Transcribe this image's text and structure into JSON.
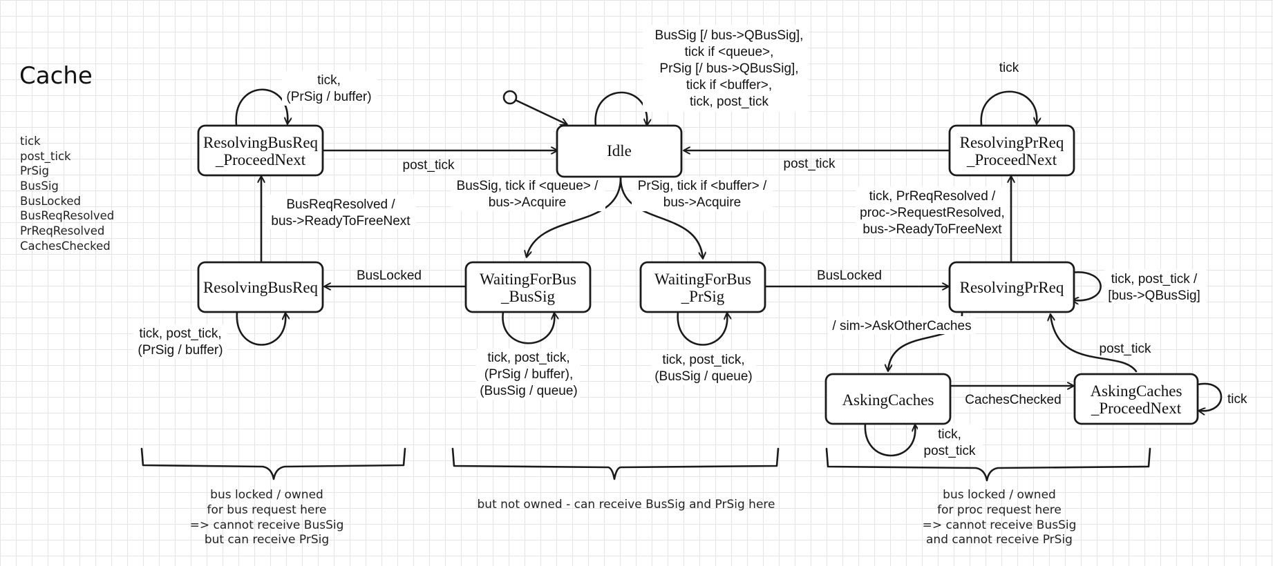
{
  "title": "Cache",
  "legend": [
    "tick",
    "post_tick",
    "PrSig",
    "BusSig",
    "BusLocked",
    "BusReqResolved",
    "PrReqResolved",
    "CachesChecked"
  ],
  "states": {
    "idle": [
      "Idle"
    ],
    "resolving_bus_req_next": [
      "ResolvingBusReq",
      "_ProceedNext"
    ],
    "resolving_bus_req": [
      "ResolvingBusReq"
    ],
    "waiting_bus_bussig": [
      "WaitingForBus",
      "_BusSig"
    ],
    "waiting_bus_prsig": [
      "WaitingForBus",
      "_PrSig"
    ],
    "resolving_pr_req_next": [
      "ResolvingPrReq",
      "_ProceedNext"
    ],
    "resolving_pr_req": [
      "ResolvingPrReq"
    ],
    "asking_caches": [
      "AskingCaches"
    ],
    "asking_caches_next": [
      "AskingCaches",
      "_ProceedNext"
    ]
  },
  "edge_labels": {
    "idle_self": [
      "BusSig [/ bus->QBusSig],",
      "tick if <queue>,",
      "PrSig [/ bus->QBusSig],",
      "tick if <buffer>,",
      "tick, post_tick"
    ],
    "rbrn_self": [
      "tick,",
      "(PrSig / buffer)"
    ],
    "rbrn_to_idle": [
      "post_tick"
    ],
    "rprn_self": [
      "tick"
    ],
    "rprn_to_idle": [
      "post_tick"
    ],
    "idle_to_wbb": [
      "BusSig, tick if <queue> /",
      "bus->Acquire"
    ],
    "idle_to_wbp": [
      "PrSig, tick if <buffer> /",
      "bus->Acquire"
    ],
    "rbr_to_rbrn": [
      "BusReqResolved /",
      "bus->ReadyToFreeNext"
    ],
    "rpr_to_rprn": [
      "tick, PrReqResolved /",
      "proc->RequestResolved,",
      "bus->ReadyToFreeNext"
    ],
    "wbb_to_rbr": [
      "BusLocked"
    ],
    "wbp_to_rpr": [
      "BusLocked"
    ],
    "rpr_self": [
      "tick, post_tick /",
      "[bus->QBusSig]"
    ],
    "rbr_self": [
      "tick, post_tick,",
      "(PrSig / buffer)"
    ],
    "wbb_self": [
      "tick, post_tick,",
      "(PrSig / buffer),",
      "(BusSig / queue)"
    ],
    "wbp_self": [
      "tick, post_tick,",
      "(BusSig / queue)"
    ],
    "rpr_to_ac": [
      "/ sim->AskOtherCaches"
    ],
    "acn_to_rpr": [
      "post_tick"
    ],
    "ac_to_acn": [
      "CachesChecked"
    ],
    "acn_self": [
      "tick"
    ],
    "ac_self": [
      "tick,",
      "post_tick"
    ]
  },
  "notes": {
    "left": [
      "bus locked / owned",
      "for bus request here",
      "=> cannot receive BusSig",
      "but can receive PrSig"
    ],
    "middle": [
      "but not owned - can receive BusSig and PrSig here"
    ],
    "right": [
      "bus locked / owned",
      "for proc request here",
      "=> cannot receive BusSig",
      "and cannot receive PrSig"
    ]
  }
}
